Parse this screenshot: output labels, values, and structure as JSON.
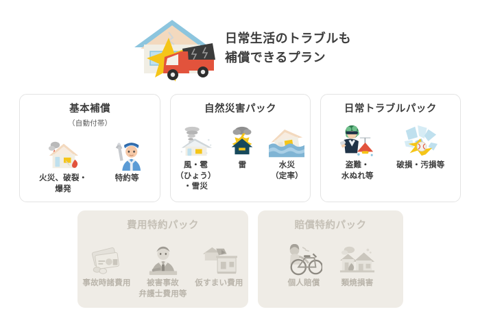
{
  "hero": {
    "illustration_name": "house-truck-crash-illustration",
    "title_line1": "日常生活のトラブルも",
    "title_line2": "補償できるプラン"
  },
  "colors": {
    "text": "#3c3c3c",
    "card_border": "#e3e3e3",
    "disabled_bg": "#efece6",
    "disabled_text": "#bcb7ad",
    "accent_red": "#e2533c",
    "accent_yellow": "#f5c518",
    "accent_blue": "#8cc5de",
    "accent_teal": "#17495c",
    "accent_green": "#2e7d4f"
  },
  "cards": [
    {
      "id": "basic-coverage",
      "title": "基本補償",
      "subtitle": "（自動付帯）",
      "disabled": false,
      "items": [
        {
          "icon": "burning-house-icon",
          "label": "火災、破裂・\n爆発"
        },
        {
          "icon": "worker-wrench-icon",
          "label": "特約等"
        }
      ]
    },
    {
      "id": "natural-disaster-pack",
      "title": "自然災害パック",
      "subtitle": "",
      "disabled": false,
      "items": [
        {
          "icon": "tornado-snow-house-icon",
          "label": "風・雹\n（ひょう）\n・雪災"
        },
        {
          "icon": "lightning-house-icon",
          "label": "雷"
        },
        {
          "icon": "flood-house-icon",
          "label": "水災\n（定率）"
        }
      ]
    },
    {
      "id": "daily-trouble-pack",
      "title": "日常トラブルパック",
      "subtitle": "",
      "disabled": false,
      "items": [
        {
          "icon": "burglar-waterleak-icon",
          "label": "盗難・\n水ぬれ等"
        },
        {
          "icon": "broken-glass-ball-icon",
          "label": "破損・汚損等"
        }
      ]
    },
    {
      "id": "expense-option-pack",
      "title": "費用特約パック",
      "subtitle": "",
      "disabled": true,
      "items": [
        {
          "icon": "cards-money-icon",
          "label": "事故時諸費用"
        },
        {
          "icon": "lawyer-icon",
          "label": "被害事故\n弁護士費用等"
        },
        {
          "icon": "temporary-housing-icon",
          "label": "仮すまい費用"
        }
      ]
    },
    {
      "id": "liability-option-pack",
      "title": "賠償特約パック",
      "subtitle": "",
      "disabled": true,
      "items": [
        {
          "icon": "bicycle-person-icon",
          "label": "個人賠償"
        },
        {
          "icon": "fire-spread-house-icon",
          "label": "類焼損害"
        }
      ]
    }
  ]
}
